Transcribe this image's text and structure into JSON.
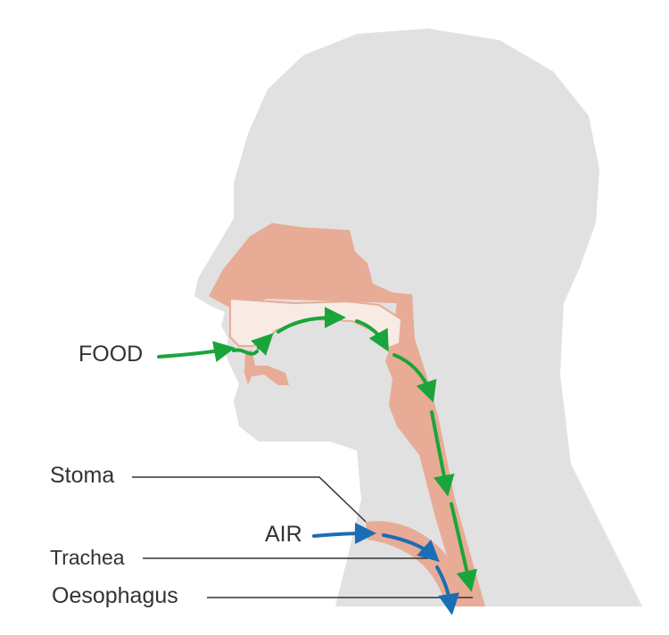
{
  "labels": {
    "food": "FOOD",
    "air": "AIR",
    "stoma": "Stoma",
    "trachea": "Trachea",
    "oesophagus": "Oesophagus"
  },
  "colors": {
    "head": "#e1e1e1",
    "tissue": "#e8ab96",
    "palate": "#f8ebe4",
    "food_arrow": "#1aa53a",
    "air_arrow": "#1a6eb5",
    "leader_line": "#333333"
  }
}
